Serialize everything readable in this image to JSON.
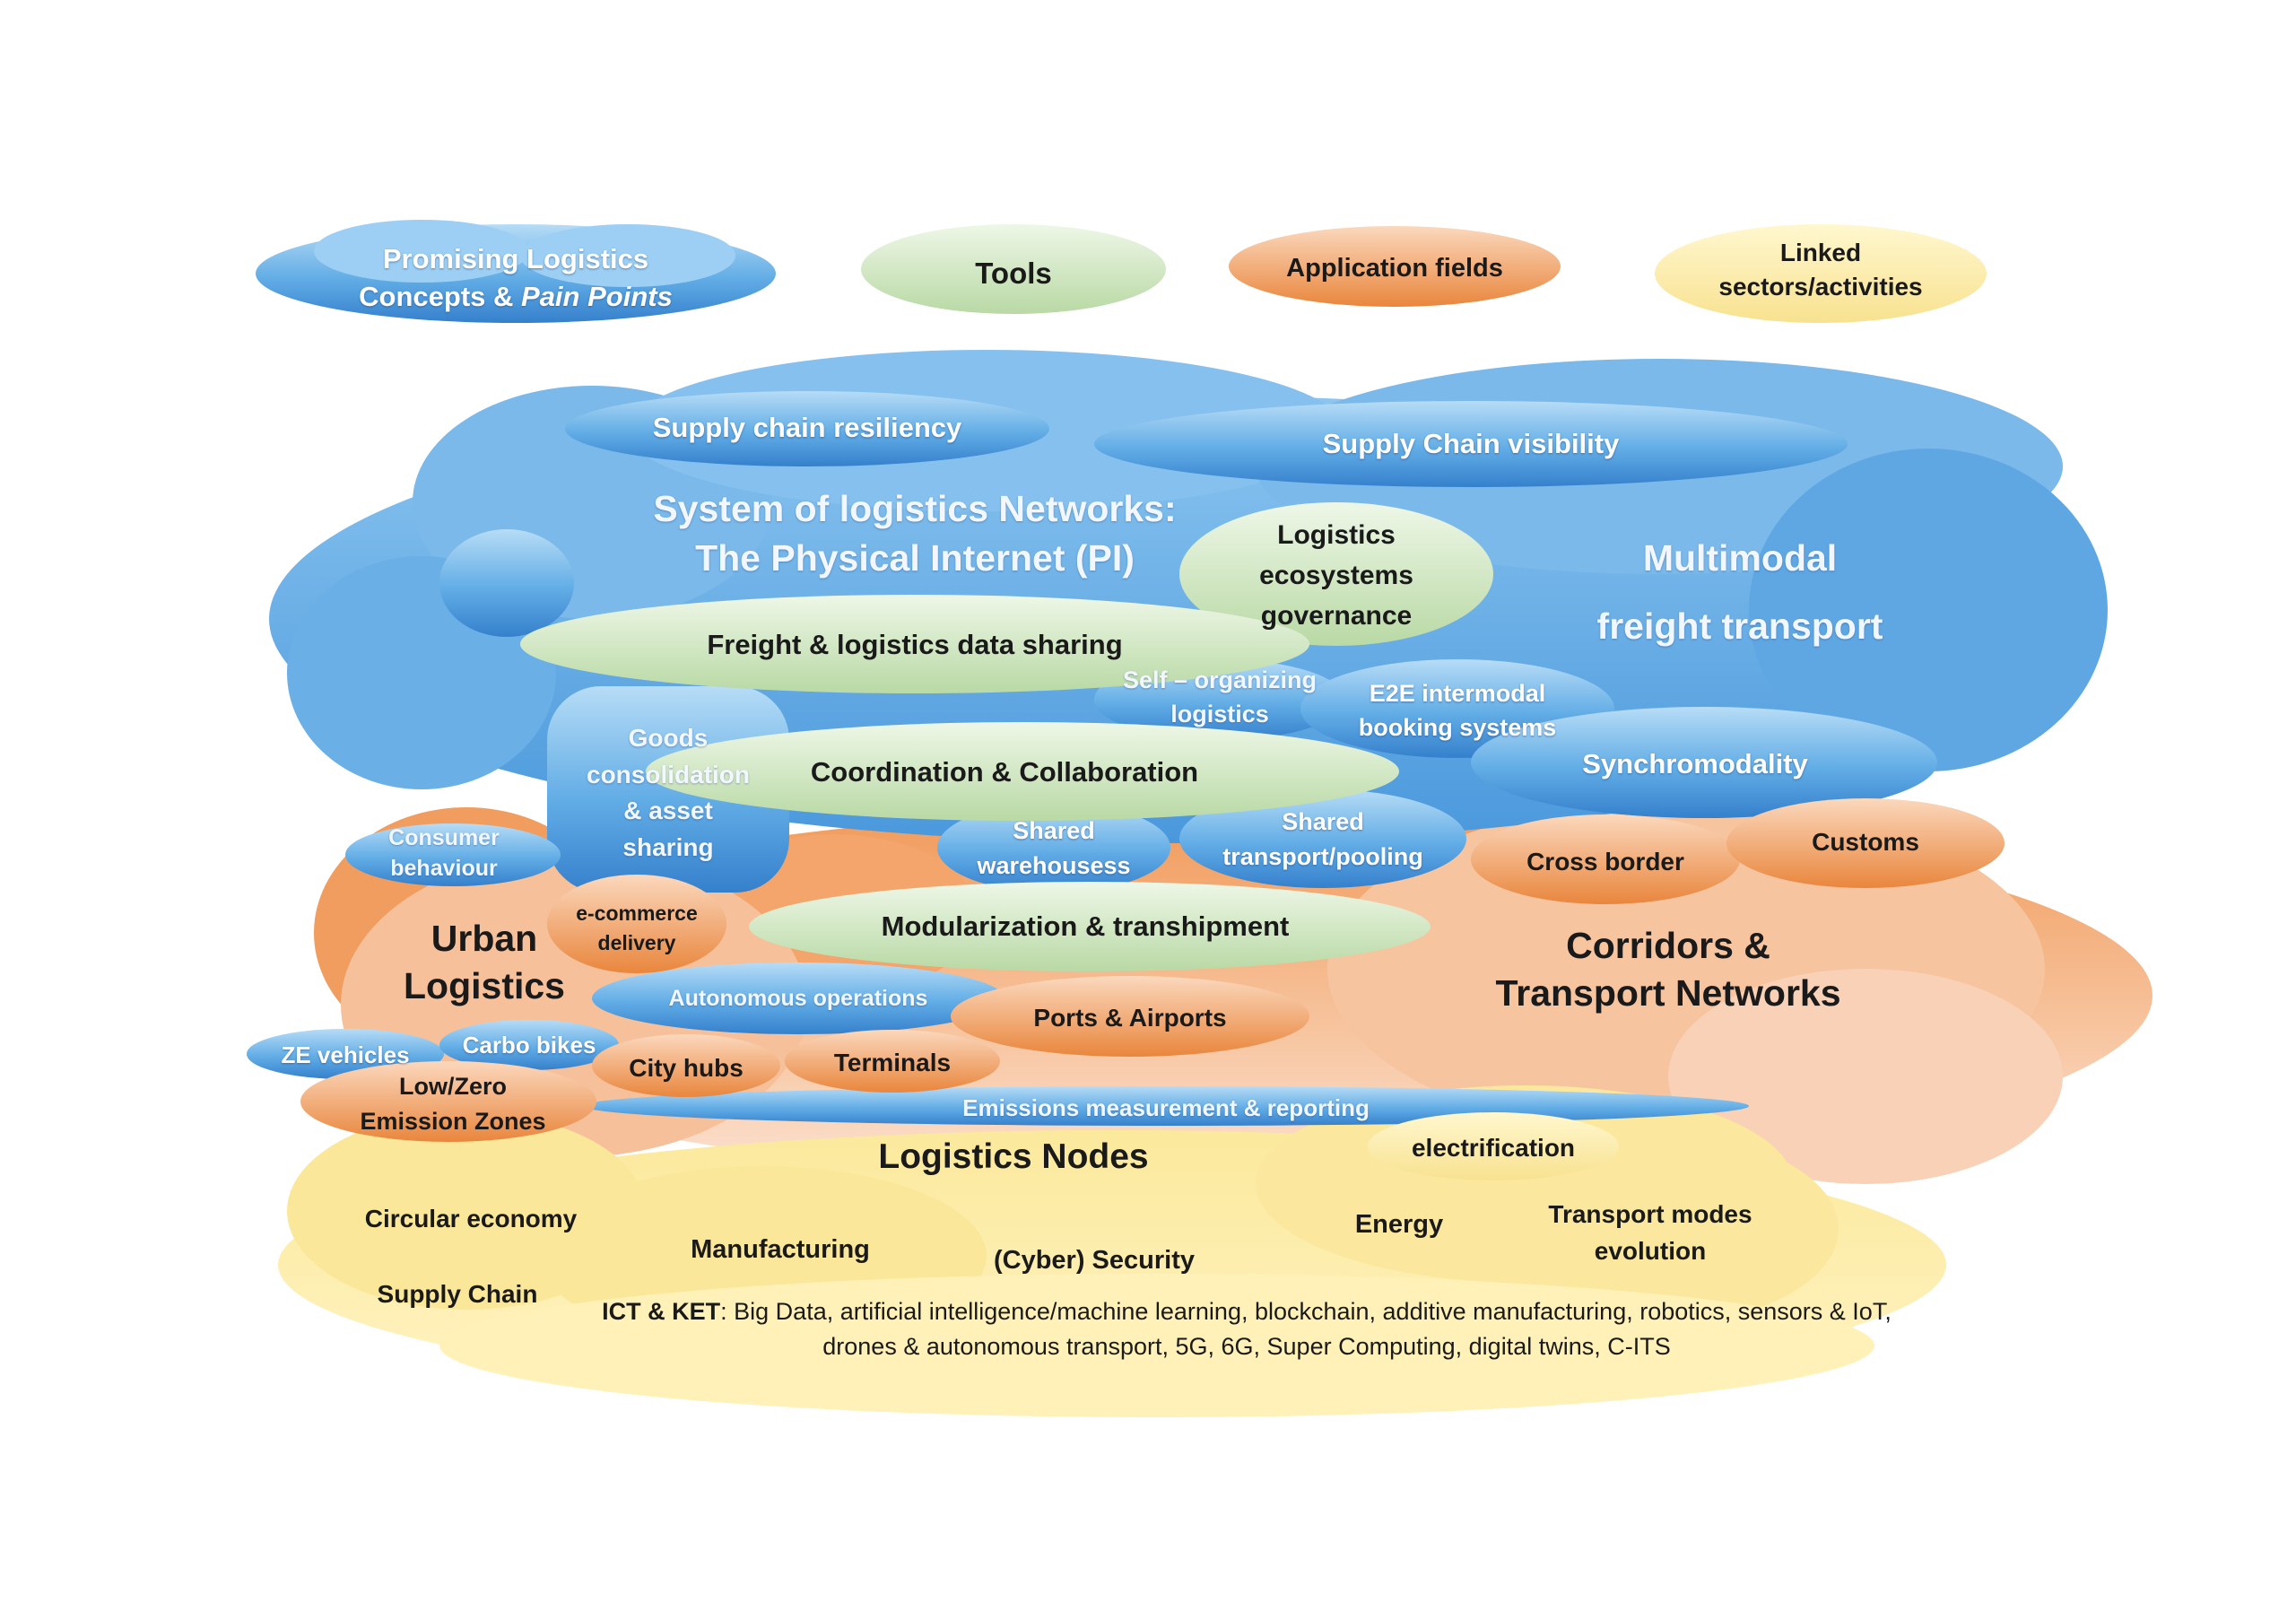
{
  "legend": {
    "concepts_line1": "Promising Logistics",
    "concepts_line2_prefix": "Concepts & ",
    "concepts_line2_italic": "Pain Points",
    "tools": "Tools",
    "application_fields": "Application fields",
    "linked_line1": "Linked",
    "linked_line2": "sectors/activities"
  },
  "concepts": {
    "supply_chain_resiliency": "Supply chain resiliency",
    "supply_chain_visibility": "Supply Chain visibility",
    "pi_line1": "System of logistics Networks:",
    "pi_line2": "The Physical Internet (PI)",
    "multimodal_line1": "Multimodal",
    "multimodal_line2": "freight transport",
    "self_org_line1": "Self – organizing",
    "self_org_line2": "logistics",
    "e2e_line1": "E2E intermodal",
    "e2e_line2": "booking systems",
    "synchromodality": "Synchromodality",
    "goods_line1": "Goods",
    "goods_line2": "consolidation",
    "goods_line3": "& asset",
    "goods_line4": "sharing",
    "consumer_line1": "Consumer",
    "consumer_line2": "behaviour",
    "shared_wh_line1": "Shared",
    "shared_wh_line2": "warehousess",
    "shared_tp_line1": "Shared",
    "shared_tp_line2": "transport/pooling",
    "autonomous_operations": "Autonomous operations",
    "ze_vehicles": "ZE vehicles",
    "carbo_bikes": "Carbo bikes",
    "emissions": "Emissions measurement & reporting"
  },
  "tools": {
    "logistics_eco_line1": "Logistics",
    "logistics_eco_line2": "ecosystems",
    "logistics_eco_line3": "governance",
    "data_sharing": "Freight & logistics data sharing",
    "coordination": "Coordination & Collaboration",
    "modularization": "Modularization & transhipment"
  },
  "application": {
    "urban_line1": "Urban",
    "urban_line2": "Logistics",
    "ecommerce_line1": "e-commerce",
    "ecommerce_line2": "delivery",
    "cross_border": "Cross border",
    "customs": "Customs",
    "corridors_line1": "Corridors &",
    "corridors_line2": "Transport Networks",
    "ports_airports": "Ports & Airports",
    "city_hubs": "City hubs",
    "terminals": "Terminals",
    "lowzero_line1": "Low/Zero",
    "lowzero_line2": "Emission Zones",
    "logistics_nodes": "Logistics Nodes"
  },
  "linked": {
    "electrification": "electrification",
    "circular_economy": "Circular economy",
    "manufacturing": "Manufacturing",
    "cyber_security": "(Cyber) Security",
    "energy": "Energy",
    "transport_modes_line1": "Transport modes",
    "transport_modes_line2": "evolution",
    "supply_chain": "Supply Chain",
    "ict_label": "ICT & KET",
    "ict_text": ": Big Data, artificial intelligence/machine learning, blockchain, additive manufacturing, robotics, sensors & IoT, drones & autonomous transport, 5G, 6G, Super Computing, digital twins, C-ITS"
  },
  "colors": {
    "blue_light": "#a9d3f3",
    "blue_mid": "#5aa6e4",
    "blue_dark": "#2f7ac7",
    "green_light": "#dceed0",
    "green_dark": "#a8cf92",
    "orange_light": "#f6c29c",
    "orange_dark": "#e27a2f",
    "yellow_light": "#fff2b8",
    "yellow_dark": "#f3d874"
  }
}
